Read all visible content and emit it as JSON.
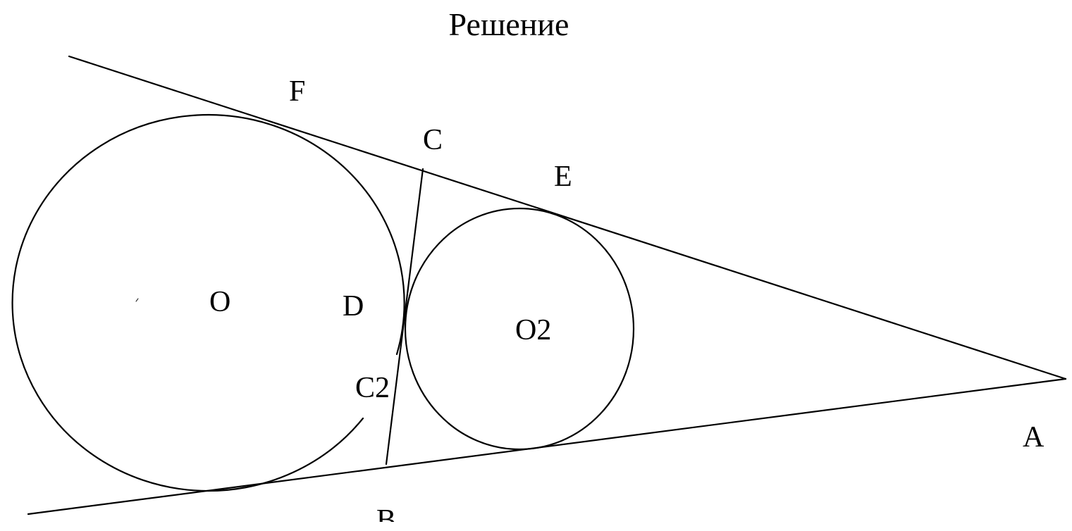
{
  "diagram": {
    "title": "Решение",
    "labels": {
      "f": "F",
      "c": "C",
      "e": "E",
      "o": "O",
      "d": "D",
      "o2": "O2",
      "c2": "C2",
      "a": "A",
      "b": "B"
    }
  }
}
